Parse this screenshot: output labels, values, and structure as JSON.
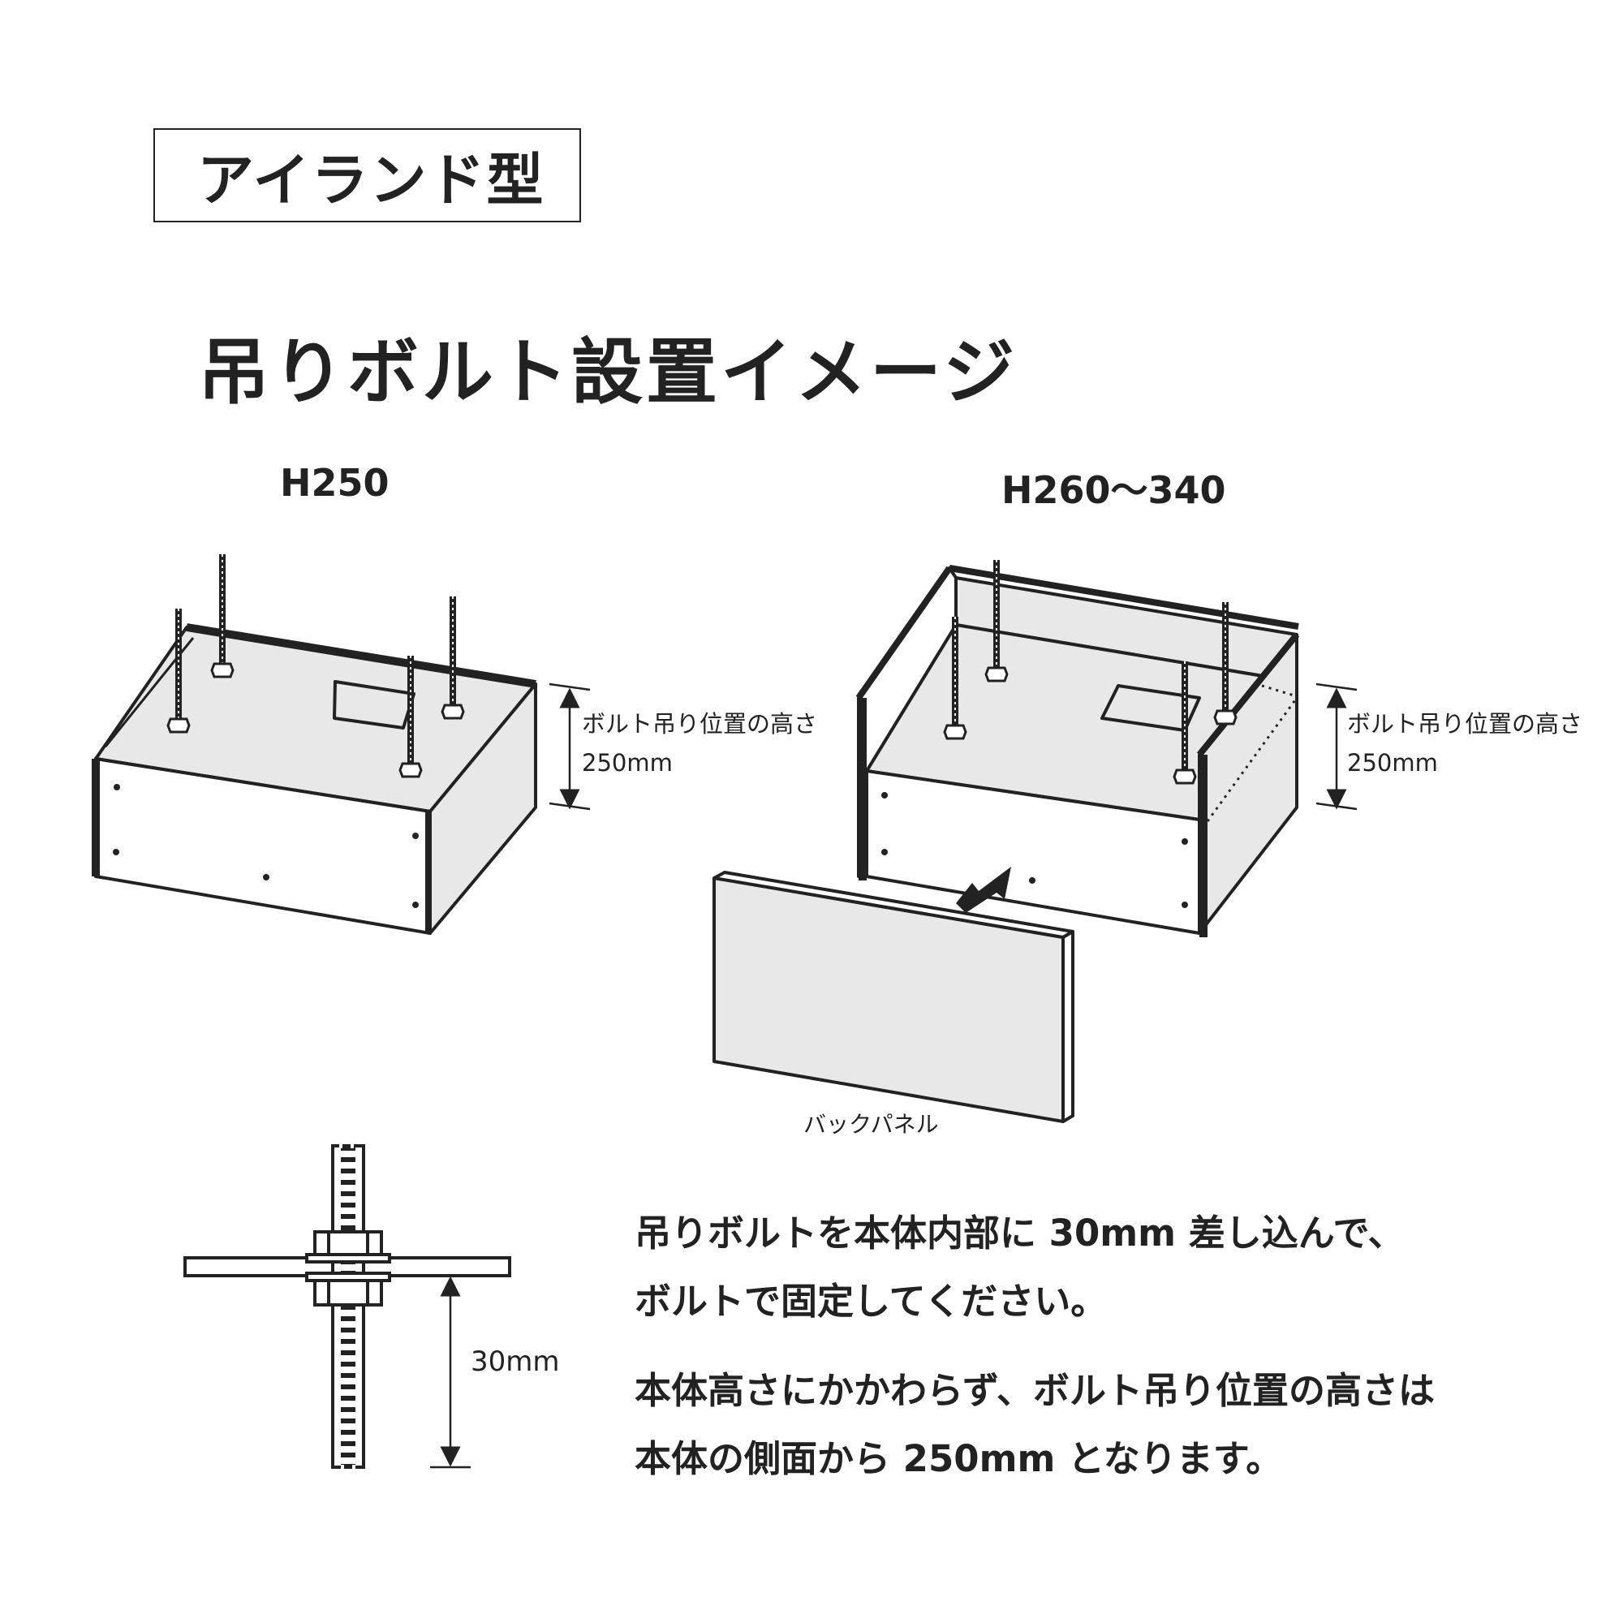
{
  "header": {
    "type_label": "アイランド型"
  },
  "title": "吊りボルト設置イメージ",
  "left_figure": {
    "label": "H250",
    "dimension_line1": "ボルト吊り位置の高さ",
    "dimension_line2": "250mm"
  },
  "right_figure": {
    "label": "H260〜340",
    "dimension_line1": "ボルト吊り位置の高さ",
    "dimension_line2": "250mm",
    "back_panel_label": "バックパネル"
  },
  "bolt_detail": {
    "dimension": "30mm"
  },
  "notes": {
    "line1": "吊りボルトを本体内部に 30mm 差し込んで、",
    "line2": "ボルトで固定してください。",
    "line3": "本体高さにかかわらず、ボルト吊り位置の高さは",
    "line4": "本体の側面から 250mm となります。"
  },
  "colors": {
    "line": "#222222",
    "panel_fill": "#e8e8e8",
    "background": "#ffffff"
  }
}
